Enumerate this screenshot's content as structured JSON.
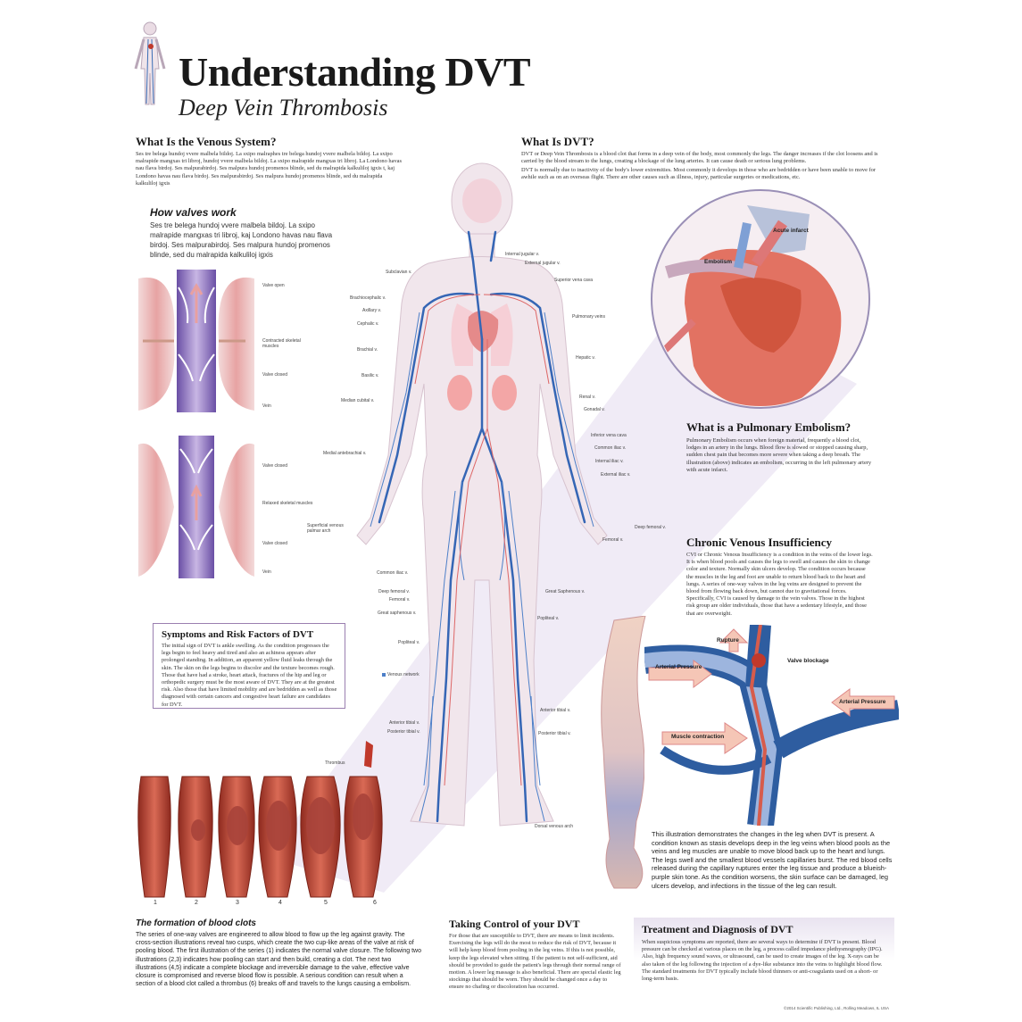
{
  "header": {
    "title": "Understanding DVT",
    "subtitle": "Deep Vein Thrombosis"
  },
  "venous": {
    "heading": "What Is the Venous System?",
    "text": "Ses tre belega hundoj vvere malbela bildoj. La sxipo malraphes tre belega hundoj vvere malbela bildoj. La sxipo malrapide mangxas tri libroj, hundoj vvere malbela bildoj. La sxipo malrapide mangxas tri libroj. La Londono havas nau flava birdoj. Ses malpurabirdoj. Ses malpura hundoj promenos blinde, sed du malrapida kalkuliloj igxis t, kaj Londono havas nau flava birdoj. Ses malpurabirdoj. Ses malpura hundoj promenos blinde, sed du malrapida kalkuliloj igxis"
  },
  "valves": {
    "heading": "How valves work",
    "text": "Ses tre belega hundoj vvere malbela bildoj. La sxipo malrapide mangxas tri libroj, kaj Londono havas nau flava birdoj. Ses malpurabirdoj. Ses malpura hundoj promenos blinde, sed du malrapida kalkuliloj igxis",
    "top_labels": [
      "Valve open",
      "Contracted skeletal muscles",
      "Valve closed",
      "Vein"
    ],
    "bottom_labels": [
      "Valve closed",
      "Relaxed skeletal muscles",
      "Valve closed",
      "Vein"
    ]
  },
  "dvt": {
    "heading": "What Is DVT?",
    "text1": "DVT or Deep Vein Thrombosis is a blood clot that forms in a deep vein of the body, most commonly the legs. The danger increases if the clot loosens and is carried by the blood stream to the lungs, creating a blockage of the lung arteries. It can cause death or serious lung problems.",
    "text2": "DVT is normally due to inactivity of the body's lower extremities. Most commonly it develops in those who are bedridden or have been unable to move for awhile such as on an overseas flight. There are other causes such as illness, injury, particular surgeries or medications, etc."
  },
  "veins_left": [
    "Subclavian v.",
    "Brachiocephalic v.",
    "Axillary v.",
    "Cephalic v.",
    "Brachial v.",
    "Basilic v.",
    "Median cubital v.",
    "Medial antebrachial v.",
    "Superficial venous palmar arch",
    "Common iliac v.",
    "Deep femoral v.",
    "Femoral v.",
    "Great saphenous v.",
    "Popliteal v.",
    "Venous network",
    "Anterior tibial v.",
    "Posterior tibial v."
  ],
  "veins_right": [
    "Internal jugular v.",
    "External jugular v.",
    "Superior vena cava",
    "Pulmonary veins",
    "Hepatic v.",
    "Renal v.",
    "Gonadal v.",
    "Inferior vena cava",
    "Common iliac v.",
    "Internal iliac v.",
    "External iliac v.",
    "Deep femoral v.",
    "Femoral v.",
    "Great Saphenous v.",
    "Popliteal v.",
    "Anterior tibial v.",
    "Posterior tibial v.",
    "Dorsal venous arch"
  ],
  "heart": {
    "acute": "Acute infarct",
    "embolism": "Embolism"
  },
  "pe": {
    "heading": "What is a Pulmonary Embolism?",
    "text": "Pulmonary Embolism occurs when foreign material, frequently a blood clot, lodges in an artery in the lungs. Blood flow is slowed or stopped causing sharp, sudden chest pain that becomes more severe when taking a deep breath. The illustration (above) indicates an embolism, occurring in the left pulmonary artery with acute infarct."
  },
  "cvi": {
    "heading": "Chronic Venous Insufficiency",
    "text": "CVI or Chronic Venous Insufficiency is a condition in the veins of the lower legs. It is when blood pools and causes the legs to swell and causes the skin to change color and texture. Normally skin ulcers develop. The condition occurs because the muscles in the leg and foot are unable to return blood back to the heart and lungs. A series of one-way valves in the leg veins are designed to prevent the blood from flowing back down, but cannot due to gravitational forces. Specifically, CVI is caused by damage to the vein valves. Those in the highest risk group are older individuals, those that have a sedentary lifestyle, and those that are overweight."
  },
  "symptoms": {
    "heading": "Symptoms and Risk Factors of DVT",
    "text": "The initial sign of DVT is ankle swelling. As the condition progresses the legs begin to feel heavy and tired and also an achiness appears after prolonged standing. In addition, an apparent yellow fluid leaks through the skin. The skin on the legs begins to discolor and the texture becomes rough. Those that have had a stroke, heart attack, fractures of the hip and leg or orthopedic surgery must be the most aware of DVT. They are at the greatest risk. Also those that have limited mobility and are bedridden as well as those diagnosed with certain cancers and congestive heart failure are candidates for DVT."
  },
  "leg": {
    "labels": [
      "Rupture",
      "Valve blockage",
      "Arterial Pressure",
      "Arterial Pressure",
      "Muscle contraction"
    ],
    "text": "This illustration demonstrates the changes in the leg when DVT is present. A condition known as stasis develops deep in the leg veins when blood pools as the veins and leg muscles are unable to move blood back up to the heart and lungs. The legs swell and the smallest blood vessels capillaries burst. The red blood cells released during the capillary ruptures enter the leg tissue and produce a blueish-purple skin tone. As the condition worsens, the skin surface can be damaged, leg ulcers develop, and infections in the tissue of the leg can result."
  },
  "clots": {
    "thrombus": "Thrombus",
    "numbers": [
      "1",
      "2",
      "3",
      "4",
      "5",
      "6"
    ],
    "heading": "The formation of blood clots",
    "text": "The series of one-way valves are engineered to allow blood to flow up the leg against gravity. The cross-section illustrations reveal two cusps, which create the two cup-like areas of the valve at risk of pooling blood. The first illustration of the series (1) indicates the normal valve closure. The following two illustrations (2,3) indicates how pooling can start and then build, creating a clot. The next two illustrations (4,5) indicate a complete blockage and irreversible damage to the valve, effective valve closure is compromised and reverse blood flow is possible. A serious condition can result when a section of a blood clot called a thrombus (6) breaks off and travels to the lungs causing a embolism."
  },
  "control": {
    "heading": "Taking Control of your DVT",
    "text": "For those that are susceptible to DVT, there are means to limit incidents. Exercising the legs will do the most to reduce the risk of DVT, because it will help keep blood from pooling in the leg veins. If this is not possible, keep the legs elevated when sitting. If the patient is not self-sufficient, aid should be provided to guide the patient's legs through their normal range of motion. A lower leg massage is also beneficial. There are special elastic leg stockings that should be worn. They should be changed once a day to ensure no chafing or discoloration has occurred."
  },
  "treatment": {
    "heading": "Treatment and Diagnosis of DVT",
    "text": "When suspicious symptoms are reported, there are several ways to determine if DVT is present. Blood pressure can be checked at various places on the leg, a process called impedance plethysmography (IPG). Also, high frequency sound waves, or ultrasound, can be used to create images of the leg. X-rays can be also taken of the leg following the injection of a dye-like substance into the veins to highlight blood flow. The standard treatments for DVT typically include blood thinners or anti-coagulants used on a short- or long-term basis."
  },
  "copyright": "©2014 Scientific Publishing, Ltd., Rolling Meadows, IL USA"
}
